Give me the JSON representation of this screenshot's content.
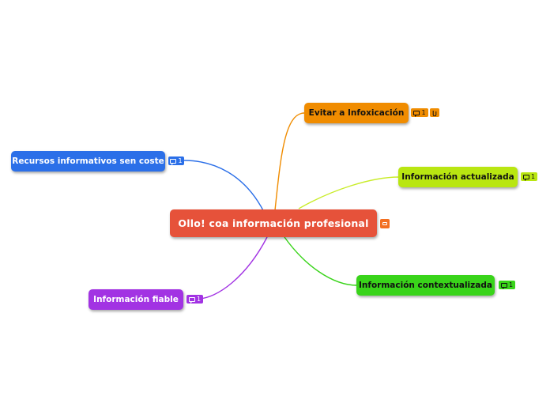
{
  "central": {
    "label": "Ollo! coa  información profesional",
    "icon": "blogger-icon",
    "color": "#e6523a"
  },
  "topics": {
    "recursos": {
      "label": "Recursos informativos sen coste",
      "comments": "1",
      "color": "#2b6fe8"
    },
    "evitar": {
      "label": "Evitar a Infoxicación",
      "comments": "1",
      "attachment_icon": "paperclip-icon",
      "color": "#f08c00"
    },
    "actualizada": {
      "label": "Información actualizada",
      "comments": "1",
      "color": "#b9e611"
    },
    "contextualizada": {
      "label": "Información contextualizada",
      "comments": "1",
      "color": "#39d41a"
    },
    "fiable": {
      "label": "Información fiable",
      "comments": "1",
      "color": "#a233e3"
    }
  },
  "icons": {
    "comment": "comment-icon"
  }
}
